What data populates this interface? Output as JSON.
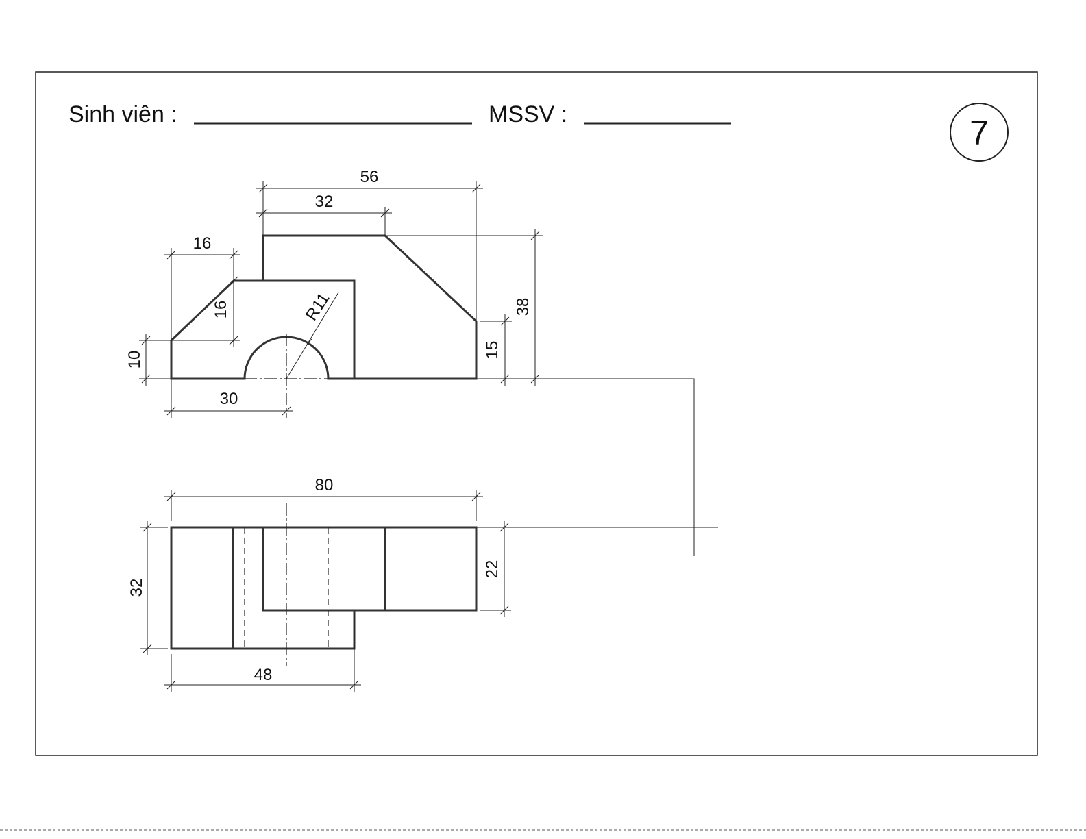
{
  "header": {
    "student_label": "Sinh viên :",
    "id_label": "MSSV :",
    "exercise_number": "7"
  },
  "front_view": {
    "dimensions": {
      "overall_top_width": "56",
      "top_block_width": "32",
      "left_chamfer_width": "16",
      "left_chamfer_height": "16",
      "left_base_height": "10",
      "arc_center_offset": "30",
      "arc_radius": "R11",
      "right_base_height": "15",
      "overall_height": "38"
    }
  },
  "top_view": {
    "dimensions": {
      "overall_length": "80",
      "overall_depth": "32",
      "upper_block_depth": "22",
      "lower_part_length": "48"
    }
  }
}
